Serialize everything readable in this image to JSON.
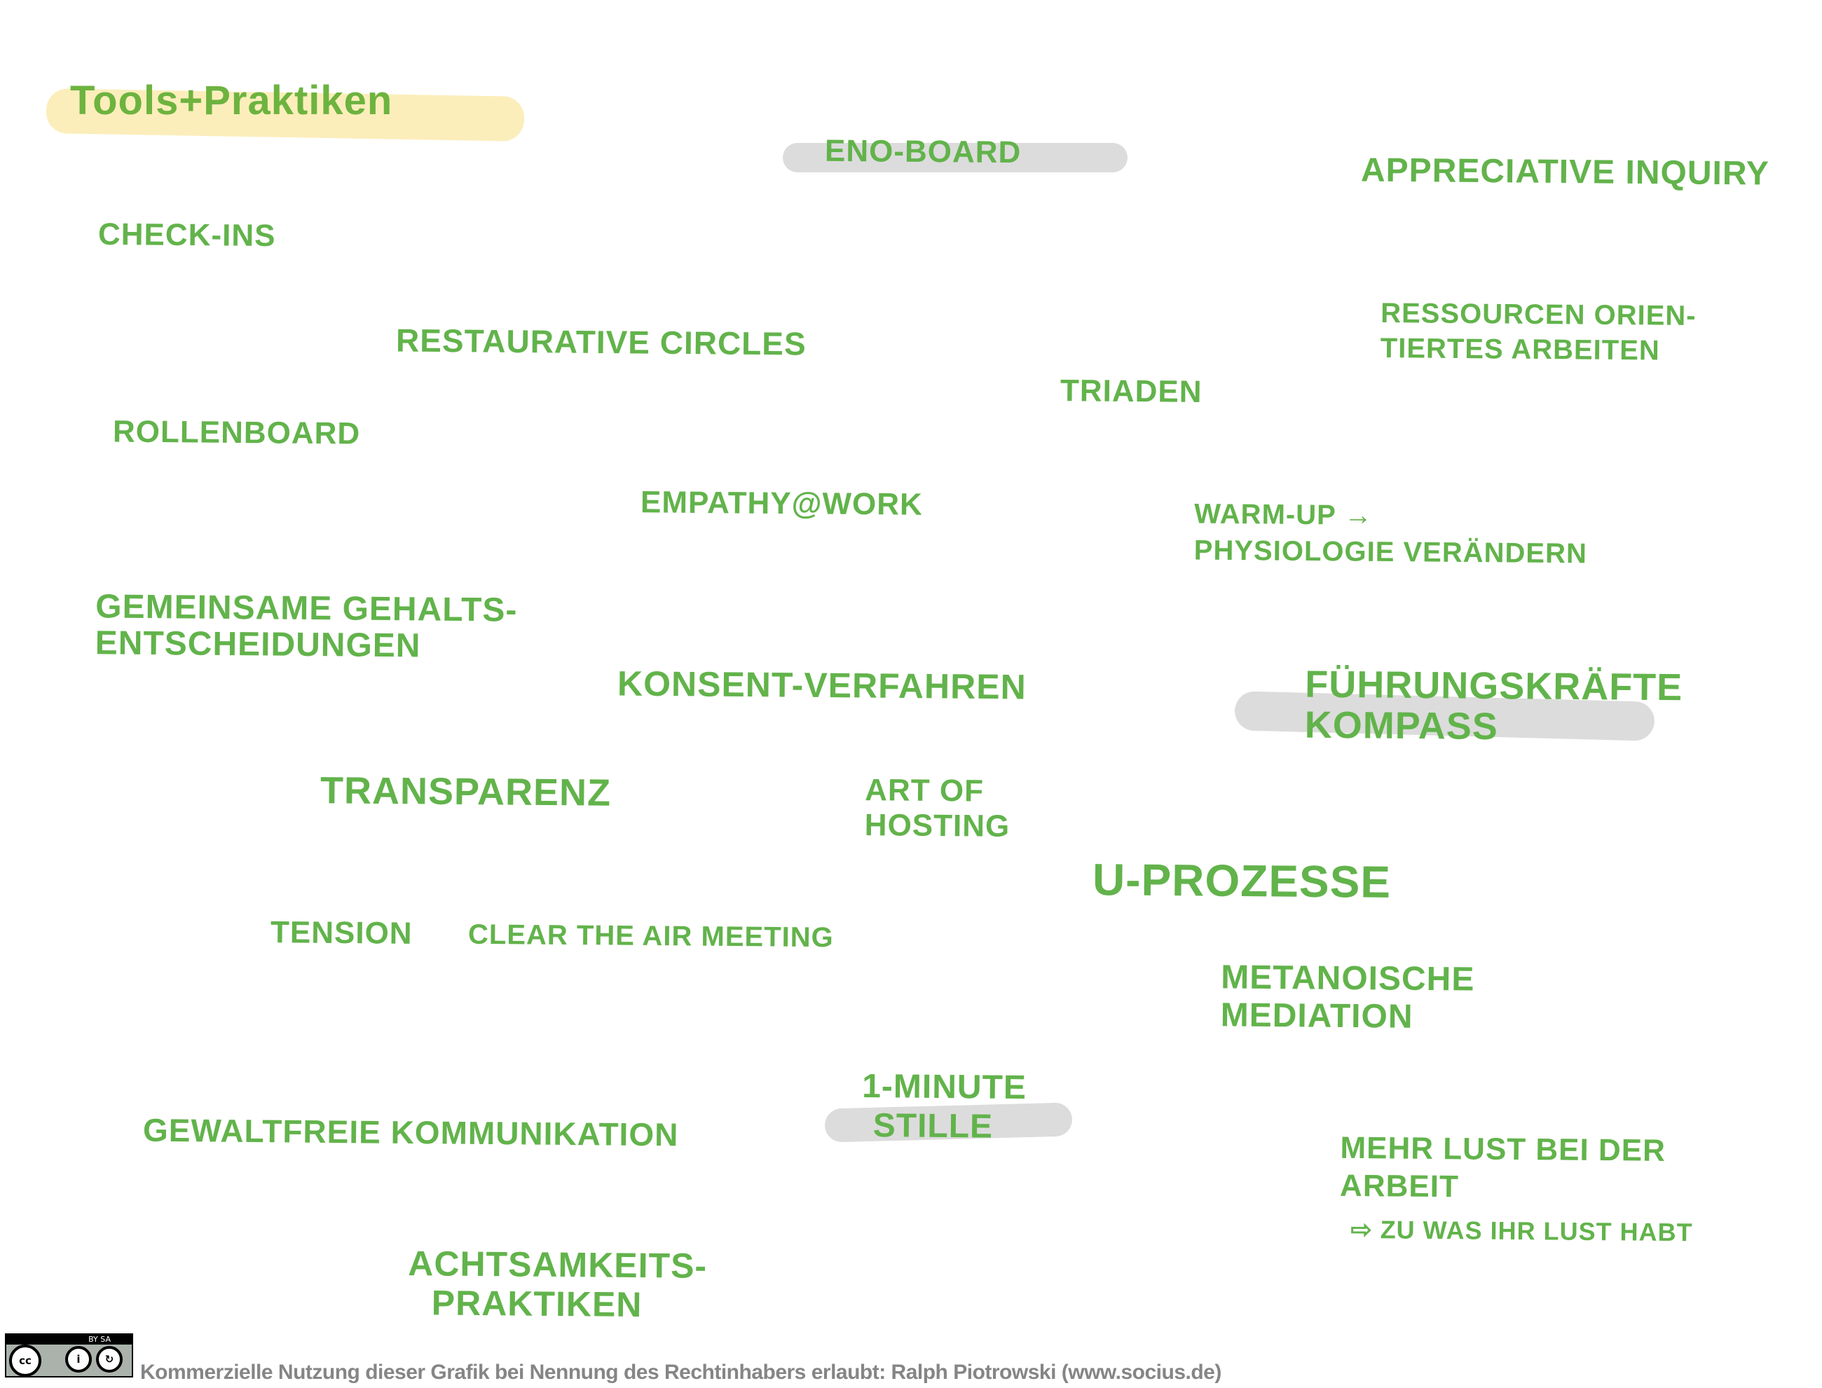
{
  "title": "Tools+Praktiken",
  "items": {
    "eno_board": "Eno-Board",
    "appreciative_inquiry": "Appreciative Inquiry",
    "check_ins": "Check-ins",
    "restaurative_circles": "Restaurative Circles",
    "ressourcen": [
      "Ressourcen orien-",
      "tiertes Arbeiten"
    ],
    "triaden": "Triaden",
    "rollenboard": "Rollenboard",
    "empathy": "Empathy@work",
    "warmup": [
      "Warm-up →",
      "Physiologie verändern"
    ],
    "gehalt": [
      "Gemeinsame Gehalts-",
      "entscheidungen"
    ],
    "konsent": "Konsent-Verfahren",
    "kompass": [
      "Führungskräfte",
      "Kompass"
    ],
    "transparenz": "Transparenz",
    "art_of_hosting": [
      "Art of",
      "Hosting"
    ],
    "u_prozesse": "U-Prozesse",
    "tension": "Tension",
    "clear_air": "Clear the air meeting",
    "mediation": [
      "Metanoische",
      "Mediation"
    ],
    "minute": [
      "1-Minute",
      "Stille"
    ],
    "gfk": "Gewaltfreie Kommunikation",
    "lust": [
      "Mehr Lust bei der",
      "Arbeit",
      "⇨ zu was ihr Lust habt"
    ],
    "achtsamkeit": [
      "Achtsamkeits-",
      "Praktiken"
    ]
  },
  "license": {
    "badge": [
      "cc",
      "BY",
      "SA"
    ],
    "text": "Kommerzielle Nutzung dieser Grafik bei Nennung des Rechtinhabers erlaubt: Ralph Piotrowski (www.socius.de)"
  },
  "colors": {
    "ink": "#62b34b",
    "title_highlight": "#fbeebb",
    "highlight": "#dcdcdc",
    "footer": "#858585"
  }
}
